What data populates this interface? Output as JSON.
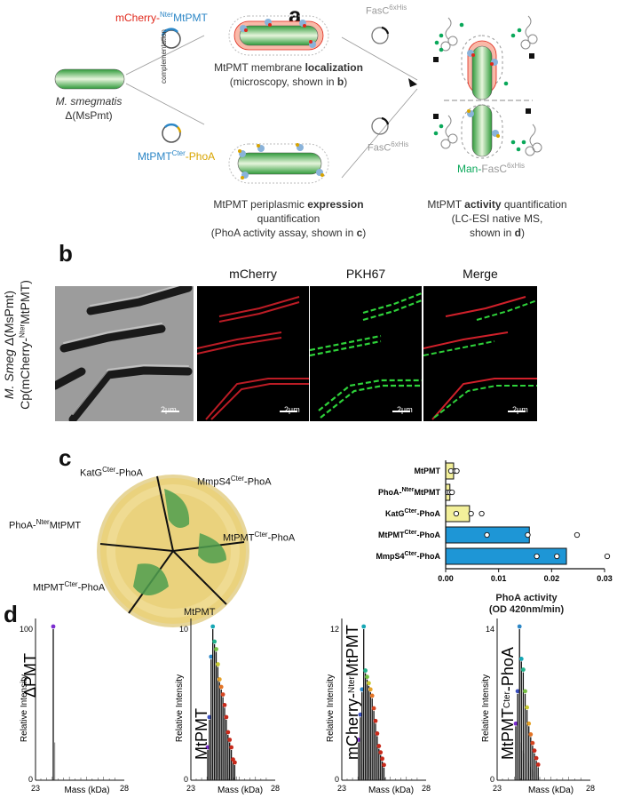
{
  "panel_a": {
    "letter": "a",
    "strain_name": "M. smegmatis",
    "strain_genotype": "Δ(MsPmt)",
    "plasmid1": {
      "prefix": "mCherry-",
      "sup": "Nter",
      "suffix": "MtPMT"
    },
    "plasmid2": {
      "prefix": "MtPMT",
      "sup": "Cter",
      "suffix": "-PhoA"
    },
    "complementation": "complementation",
    "fasc_top": {
      "base": "FasC",
      "sup": "6xHis"
    },
    "fasc_bottom": {
      "base": "FasC",
      "sup": "6xHis"
    },
    "man_fasc": {
      "prefix": "Man-",
      "base": "FasC",
      "sup": "6xHis"
    },
    "localization": {
      "line1_a": "MtPMT membrane ",
      "line1_b": "localization",
      "line2_a": "(microscopy, shown in ",
      "line2_b": "b",
      "line2_c": ")"
    },
    "expression": {
      "line1_a": "MtPMT periplasmic ",
      "line1_b": "expression",
      "line2": "quantification",
      "line3_a": "(PhoA activity assay, shown in ",
      "line3_b": "c",
      "line3_c": ")"
    },
    "activity": {
      "line1_a": "MtPMT ",
      "line1_b": "activity",
      "line1_c": " quantification",
      "line2": "(LC-ESI native MS,",
      "line3_a": "shown in ",
      "line3_b": "d",
      "line3_c": ")"
    }
  },
  "panel_b": {
    "letter": "b",
    "side_line1_a": "M. Smeg",
    "side_line1_b": " Δ(MsPmt)",
    "side_line2_a": "Cp(mCherry-",
    "side_line2_sup": "Nter",
    "side_line2_b": "MtPMT)",
    "titles": [
      "mCherry",
      "PKH67",
      "Merge"
    ],
    "scale_bar": "2µm"
  },
  "panel_c": {
    "letter": "c",
    "plate_labels": {
      "katg": {
        "base": "KatG",
        "sup": "Cter",
        "suffix": "-PhoA"
      },
      "mmps4": {
        "base": "MmpS4",
        "sup": "Cter",
        "suffix": "-PhoA"
      },
      "phoa_nter": {
        "base": "PhoA-",
        "sup": "Nter",
        "suffix": "MtPMT"
      },
      "mtpmt_cter_right": {
        "base": "MtPMT",
        "sup": "Cter",
        "suffix": "-PhoA"
      },
      "mtpmt_cter_bottom": {
        "base": "MtPMT",
        "sup": "Cter",
        "suffix": "-PhoA"
      },
      "mtpmt": {
        "base": "MtPMT",
        "sup": "",
        "suffix": ""
      }
    },
    "chart_data": {
      "type": "bar",
      "orientation": "horizontal",
      "categories": [
        "MtPMT",
        "PhoA-NterMtPMT",
        "KatGCter-PhoA",
        "MtPMTCter-PhoA",
        "MmpS4Cter-PhoA"
      ],
      "cat_labels": [
        {
          "base": "MtPMT",
          "sup": "",
          "suffix": ""
        },
        {
          "base": "PhoA-",
          "sup": "Nter",
          "suffix": "MtPMT"
        },
        {
          "base": "KatG",
          "sup": "Cter",
          "suffix": "-PhoA"
        },
        {
          "base": "MtPMT",
          "sup": "Cter",
          "suffix": "-PhoA"
        },
        {
          "base": "MmpS4",
          "sup": "Cter",
          "suffix": "-PhoA"
        }
      ],
      "values": [
        0.0015,
        0.0008,
        0.0045,
        0.0158,
        0.0228
      ],
      "points": [
        [
          0.001,
          0.0018,
          0.0021
        ],
        [
          0.0004,
          0.0008,
          0.0012
        ],
        [
          0.002,
          0.0048,
          0.0068
        ],
        [
          0.0078,
          0.0155,
          0.0248
        ],
        [
          0.0172,
          0.021,
          0.0305
        ]
      ],
      "bar_colors": [
        "#f3f09a",
        "#f3f09a",
        "#f3f09a",
        "#1e96d6",
        "#1e96d6"
      ],
      "xlim": [
        0,
        0.03
      ],
      "xticks": [
        "0.00",
        "0.01",
        "0.02",
        "0.03"
      ],
      "xlabel_line1": "PhoA activity",
      "xlabel_line2": "(OD 420nm/min)"
    }
  },
  "panel_d": {
    "letter": "d",
    "ylabel": "Relative Intensity",
    "xlabel": "Mass (kDa)",
    "x_min": "23",
    "x_max": "28",
    "chart_data": [
      {
        "type": "bar",
        "title": "ΔPMT",
        "y_top_label": "100",
        "x": [
          24.0
        ],
        "values": [
          100
        ]
      },
      {
        "type": "bar",
        "title": "MtPMT",
        "y_top_label": "10",
        "x": [
          24.0,
          24.1,
          24.2,
          24.3,
          24.4,
          24.5,
          24.6,
          24.7,
          24.8,
          24.9,
          25.0,
          25.1,
          25.2,
          25.3,
          25.4,
          25.5,
          25.6
        ],
        "values": [
          2,
          4,
          8,
          10,
          9,
          8.5,
          7.5,
          6.5,
          6,
          5.5,
          4.8,
          4,
          3,
          2.5,
          2,
          1.2,
          1
        ]
      },
      {
        "type": "bar",
        "title": "mCherry-NterMtPMT",
        "y_top_label": "12",
        "x": [
          24.0,
          24.1,
          24.2,
          24.3,
          24.4,
          24.5,
          24.6,
          24.7,
          24.8,
          24.9,
          25.0,
          25.1,
          25.2,
          25.3,
          25.4,
          25.5
        ],
        "values": [
          3,
          5,
          7,
          12,
          8.5,
          8,
          7.5,
          7,
          6.5,
          5.5,
          4.5,
          3.5,
          2.5,
          2,
          1.5,
          1
        ]
      },
      {
        "type": "bar",
        "title": "MtPMTCter-PhoA",
        "y_top_label": "14",
        "x": [
          24.0,
          24.1,
          24.2,
          24.3,
          24.4,
          24.5,
          24.6,
          24.7,
          24.8,
          24.9,
          25.0,
          25.1,
          25.2
        ],
        "values": [
          5,
          8,
          14,
          11,
          10,
          8,
          6.5,
          5,
          4,
          3.2,
          2.5,
          1.8,
          1.2
        ]
      }
    ],
    "titles_fmt": [
      {
        "base": "ΔPMT",
        "sup": "",
        "suffix": ""
      },
      {
        "base": "MtPMT",
        "sup": "",
        "suffix": ""
      },
      {
        "base": "mCherry-",
        "sup": "Nter",
        "suffix": "MtPMT"
      },
      {
        "base": "MtPMT",
        "sup": "Cter",
        "suffix": "-PhoA"
      }
    ]
  },
  "colors": {
    "red": "#e0281b",
    "blue": "#2b86c6",
    "yellow": "#d8a400",
    "green": "#0aa85a",
    "bar_blue": "#1e96d6",
    "bar_yellow": "#f3f09a"
  }
}
